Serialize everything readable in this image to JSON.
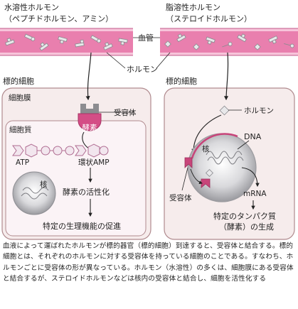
{
  "left_title": [
    "水溶性ホルモン",
    "（ペプチドホルモン、アミン）"
  ],
  "right_title": [
    "脂溶性ホルモン",
    "（ステロイドホルモン）"
  ],
  "blood_vessel_label": "血管",
  "hormone_label": "ホルモン",
  "left": {
    "target_cell": "標的細胞",
    "cell_membrane": "細胞膜",
    "receptor": "受容体",
    "enzyme": "酵素",
    "cytoplasm": "細胞質",
    "atp": "ATP",
    "camp": "環状AMP",
    "nucleus": "核",
    "enzyme_activation": "酵素の活性化",
    "physio_promotion": "特定の生理機能の促進"
  },
  "right": {
    "target_cell": "標的細胞",
    "hormone": "ホルモン",
    "dna": "DNA",
    "nucleus": "核",
    "receptor": "受容体",
    "mrna": "mRNA",
    "protein_line1": "特定のタンパク質",
    "protein_line2": "（酵素）の生成"
  },
  "caption": "血液によって運ばれたホルモンが標的器官（標的細胞）到達すると、受容体と結合する。標的細胞とは、それぞれのホルモンに対する受容体を持っている細胞のことである。すなわち、ホルモンごとに受容体の形が異なっている。ホルモン（水溶性）の多くは、細胞膜にある受容体と結合するが、ステロイドホルモンなどは核内の受容体と結合し、細胞を活性化する",
  "colors": {
    "vessel": "#e97fae",
    "vessel_wall": "#c05a89",
    "cell_fill": "#f6ecec",
    "cell_border": "#b08a8e",
    "cytoplasm": "#fbf3f6",
    "receptor_pink": "#c8457a",
    "enzyme_pink": "#d44d86",
    "nucleus_gray": "#9b9b9f"
  }
}
